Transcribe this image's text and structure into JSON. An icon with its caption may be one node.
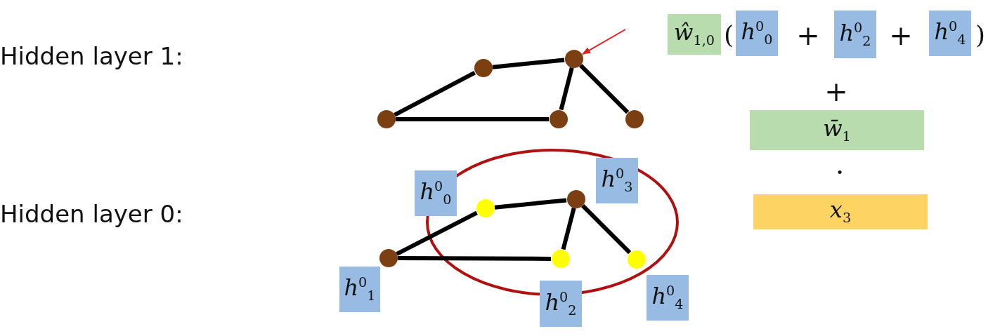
{
  "diagram": {
    "nodes": [
      {
        "text": [],
        "shape": "circle"
      },
      {
        "text": [],
        "shape": "circle"
      },
      {
        "text": [],
        "shape": "circle"
      },
      {
        "text": [],
        "shape": "circle"
      },
      {
        "text": [],
        "shape": "circle"
      },
      {
        "text": [],
        "shape": "circle"
      },
      {
        "text": [],
        "shape": "circle"
      },
      {
        "text": [],
        "shape": "circle"
      },
      {
        "text": [],
        "shape": "circle"
      },
      {
        "text": [],
        "shape": "circle"
      },
      {
        "text": [
          "*h*$^{0}$$_{1}$"
        ]
      },
      {
        "text": [
          "*h*$^{0}$$_{0}$"
        ]
      },
      {
        "text": [
          "*h*$^{0}$$_{3}$"
        ]
      },
      {
        "text": [
          "*h*$^{0}$$_{2}$"
        ]
      },
      {
        "text": [
          "*h*$^{0}$$_{4}$"
        ]
      },
      {
        "text": [
          "*ŵ*$_{1,0}$"
        ]
      },
      {
        "text": [
          "*h*$^{0}$$_{0}$"
        ]
      },
      {
        "text": [
          "*h*$^{0}$$_{2}$"
        ]
      },
      {
        "text": [
          "*h*$^{0}$$_{4}$"
        ]
      },
      {
        "text": [
          "*w̄*$_{1}$"
        ]
      },
      {
        "text": [
          "*x*$_{3}$"
        ]
      }
    ],
    "edges": [
      {
        "from": 0,
        "to": 1,
        "arrow": "none"
      },
      {
        "from": 1,
        "to": 2,
        "arrow": "none"
      },
      {
        "from": 2,
        "to": 3,
        "arrow": "none"
      },
      {
        "from": 0,
        "to": 3,
        "arrow": "none"
      },
      {
        "from": 2,
        "to": 4,
        "arrow": "none"
      },
      {
        "from": 5,
        "to": 6,
        "arrow": "none"
      },
      {
        "from": 6,
        "to": 7,
        "arrow": "none"
      },
      {
        "from": 7,
        "to": 8,
        "arrow": "none"
      },
      {
        "from": 5,
        "to": 8,
        "arrow": "none"
      },
      {
        "from": 7,
        "to": 9,
        "arrow": "none"
      },
      {
        "from": null,
        "to": 2,
        "arrow": "to",
        "color": "#e02020"
      }
    ],
    "labels": [
      "Hidden layer 1:",
      "Hidden layer 0:",
      "(",
      "+",
      "+",
      ")",
      "+",
      "·"
    ]
  }
}
